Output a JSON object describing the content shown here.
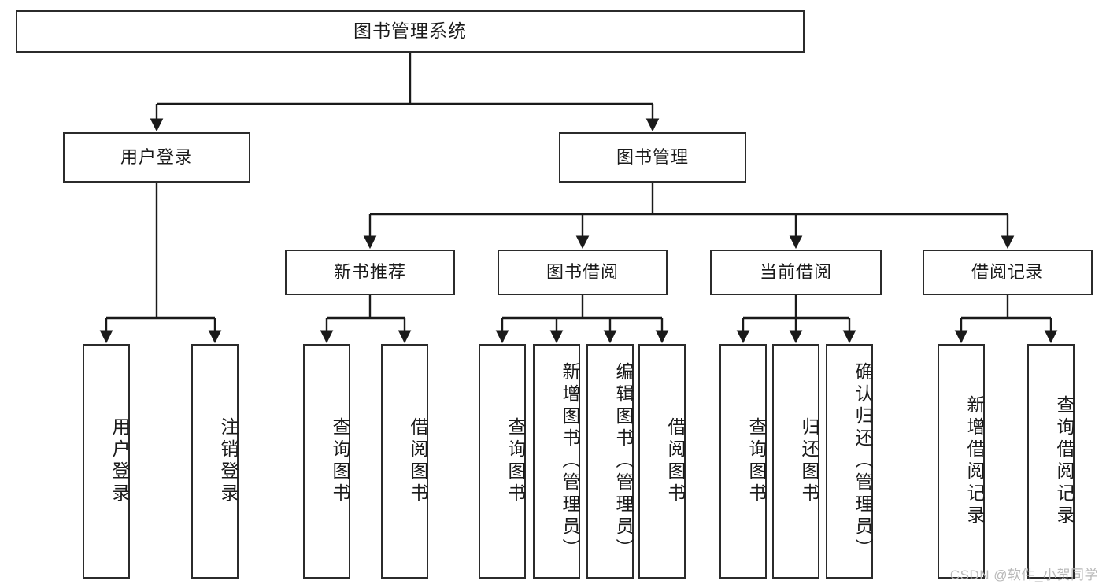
{
  "diagram": {
    "type": "tree-hierarchy",
    "title": "图书管理系统",
    "watermark": "CSDN @软件_小贺同学",
    "colors": {
      "box_border": "#2b2b2b",
      "box_fill": "#ffffff",
      "edge": "#1a1a1a",
      "text": "#1a1a1a",
      "watermark": "#b9b9b9",
      "background": "#ffffff"
    },
    "nodes": {
      "root": {
        "label": "图书管理系统"
      },
      "level1": [
        {
          "id": "user-login",
          "label": "用户登录"
        },
        {
          "id": "book-manage",
          "label": "图书管理"
        }
      ],
      "level2": [
        {
          "id": "new-book-recommend",
          "label": "新书推荐"
        },
        {
          "id": "book-borrow",
          "label": "图书借阅"
        },
        {
          "id": "current-borrow",
          "label": "当前借阅"
        },
        {
          "id": "borrow-record",
          "label": "借阅记录"
        }
      ],
      "leaves": {
        "user_login": [
          {
            "id": "leaf-user-login",
            "label": "用户登录"
          },
          {
            "id": "leaf-logout-login",
            "label": "注销登录"
          }
        ],
        "new_book_recommend": [
          {
            "id": "leaf-query-book-1",
            "label": "查询图书"
          },
          {
            "id": "leaf-borrow-book-1",
            "label": "借阅图书"
          }
        ],
        "book_borrow": [
          {
            "id": "leaf-query-book-2",
            "label": "查询图书"
          },
          {
            "id": "leaf-add-book",
            "label": "新增图书（管理员）"
          },
          {
            "id": "leaf-edit-book",
            "label": "编辑图书（管理员）"
          },
          {
            "id": "leaf-borrow-book-2",
            "label": "借阅图书"
          }
        ],
        "current_borrow": [
          {
            "id": "leaf-query-book-3",
            "label": "查询图书"
          },
          {
            "id": "leaf-return-book",
            "label": "归还图书"
          },
          {
            "id": "leaf-confirm-return",
            "label": "确认归还（管理员）"
          }
        ],
        "borrow_record": [
          {
            "id": "leaf-add-record",
            "label": "新增借阅记录"
          },
          {
            "id": "leaf-query-record",
            "label": "查询借阅记录"
          }
        ]
      }
    }
  }
}
